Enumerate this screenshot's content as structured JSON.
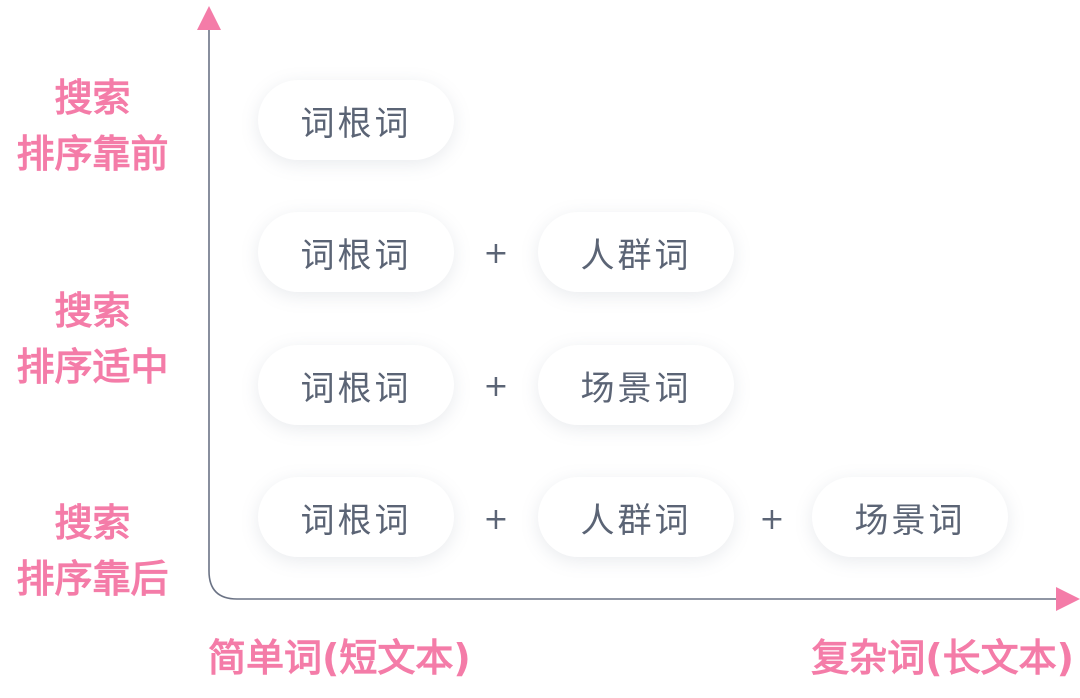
{
  "y_labels": [
    {
      "line1": "搜索",
      "line2": "排序靠前"
    },
    {
      "line1": "搜索",
      "line2": "排序适中"
    },
    {
      "line1": "搜索",
      "line2": "排序靠后"
    }
  ],
  "x_labels": {
    "left": "简单词(短文本)",
    "right": "复杂词(长文本)"
  },
  "rows": [
    {
      "items": [
        "词根词"
      ]
    },
    {
      "items": [
        "词根词",
        "人群词"
      ]
    },
    {
      "items": [
        "词根词",
        "场景词"
      ]
    },
    {
      "items": [
        "词根词",
        "人群词",
        "场景词"
      ]
    }
  ],
  "plus_symbol": "+",
  "colors": {
    "accent": "#f47ca8",
    "axis": "#6b7385",
    "text": "#5b6475"
  }
}
